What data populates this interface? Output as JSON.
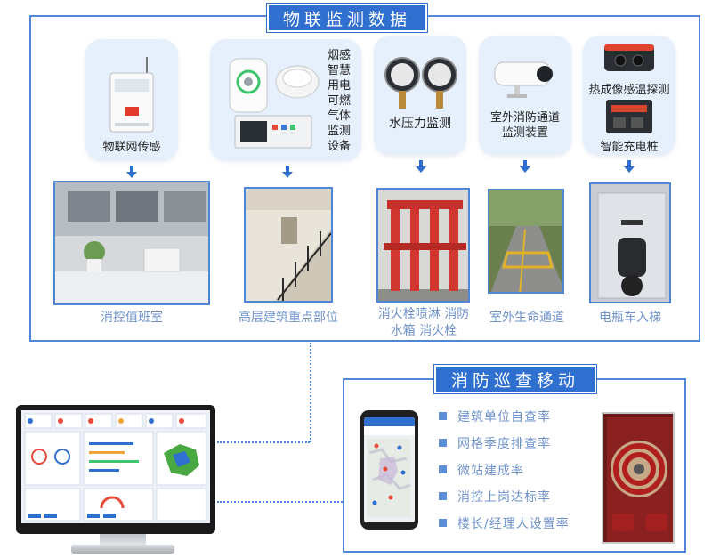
{
  "iot_section": {
    "title": "物联监测数据",
    "cards": [
      {
        "label": "物联网传感"
      },
      {
        "label_lines": [
          "烟感",
          "智慧",
          "用电",
          "可燃",
          "气体",
          "监测",
          "设备"
        ]
      },
      {
        "label": "水压力监测"
      },
      {
        "label_lines": [
          "室外消防通道",
          "监测装置"
        ]
      },
      {
        "label_top": "热成像感温探测",
        "label_bottom": "智能充电桩"
      }
    ],
    "photos": [
      {
        "caption": "消控值班室"
      },
      {
        "caption": "高层建筑重点部位"
      },
      {
        "caption_lines": [
          "消火栓喷淋 消防",
          "水箱 消火栓"
        ]
      },
      {
        "caption": "室外生命通道"
      },
      {
        "caption": "电瓶车入梯"
      }
    ]
  },
  "mobile_section": {
    "title": "消防巡查移动端",
    "items": [
      "建筑单位自查率",
      "网格季度排查率",
      "微站建成率",
      "消控上岗达标率",
      "楼长/经理人设置率"
    ]
  },
  "colors": {
    "primary": "#2f6fd0",
    "border": "#4f86d6",
    "caption": "#6f93c9",
    "card_bg": "#e6f0fc"
  }
}
